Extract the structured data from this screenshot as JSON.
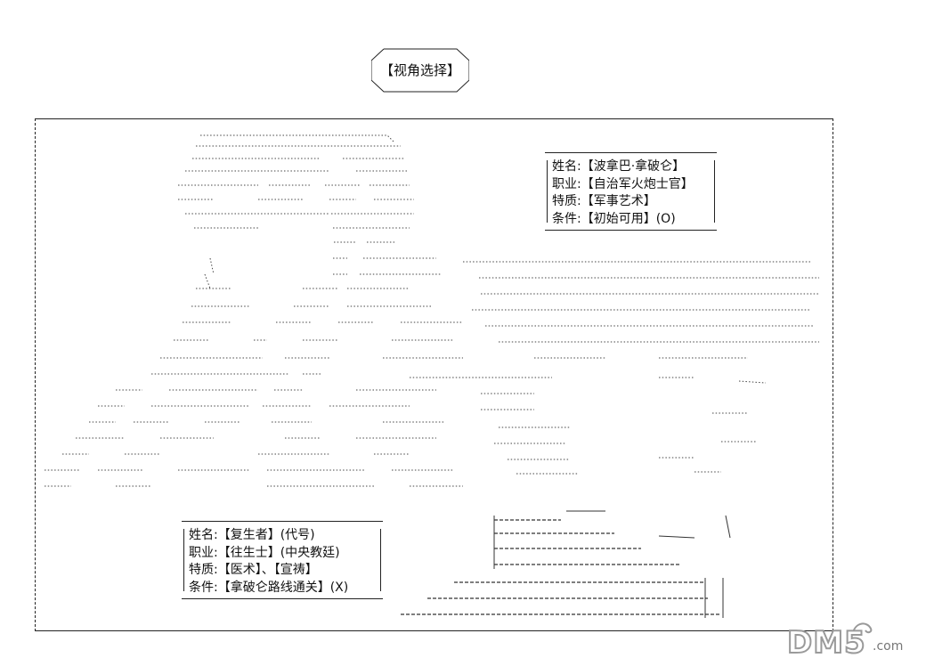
{
  "title": "【视角选择】",
  "napoleon": {
    "lines": [
      "姓名:【波拿巴·拿破仑】",
      "职业:【自治军火炮士官】",
      "特质:【军事艺术】",
      "条件:【初始可用】(O)"
    ]
  },
  "reborn": {
    "lines": [
      "姓名:【复生者】(代号)",
      "职业:【往生士】(中央教廷)",
      "特质:【医术】、【宣祷】",
      "条件:【拿破仑路线通关】(X)"
    ]
  },
  "watermark": {
    "brand": "DM5",
    "suffix": ".com"
  }
}
